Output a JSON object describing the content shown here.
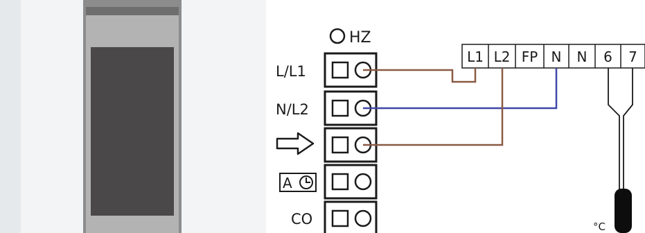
{
  "device": {
    "name": "thermostat",
    "colors": {
      "housing": "#f1f3f5",
      "frame": "#8e8e8e",
      "display": "#4a4848"
    }
  },
  "connector": {
    "header_label": "HZ",
    "rows": [
      {
        "id": "l-l1",
        "label": "L/L1"
      },
      {
        "id": "n-l2",
        "label": "N/L2"
      },
      {
        "id": "arrow",
        "label": "",
        "icon": "arrow-right-icon"
      },
      {
        "id": "auto-clock",
        "label": "A",
        "icon": "clock-icon"
      },
      {
        "id": "co",
        "label": "CO"
      }
    ]
  },
  "terminal_strip": {
    "terminals": [
      "L1",
      "L2",
      "FP",
      "N",
      "N",
      "6",
      "7"
    ]
  },
  "sensor": {
    "unit_label": "°C",
    "icon": "temperature-sensor-icon"
  },
  "wires": [
    {
      "from": "L/L1",
      "to": "L1",
      "color": "#8a5a44"
    },
    {
      "from": "N/L2",
      "to": "N",
      "color": "#3f47a8"
    },
    {
      "from": "arrow",
      "to": "L2",
      "color": "#8a5a44"
    }
  ]
}
